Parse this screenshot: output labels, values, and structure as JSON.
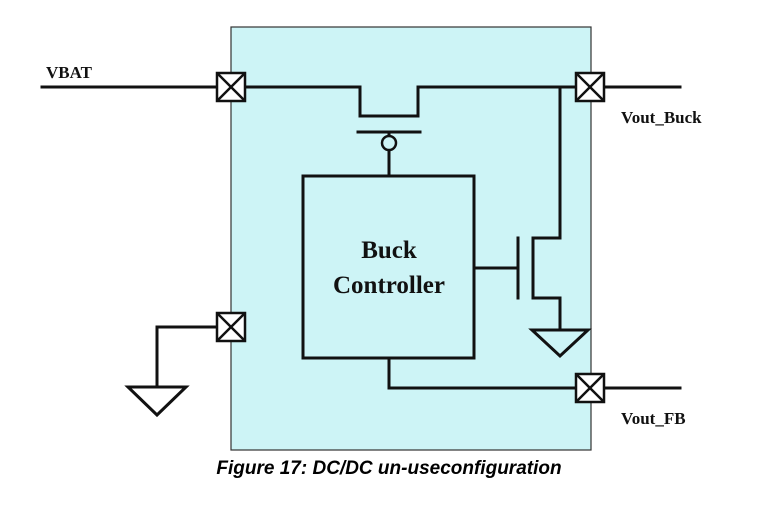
{
  "colors": {
    "package_fill": "#cdf4f6",
    "wire": "#111111",
    "background": "#ffffff"
  },
  "labels": {
    "vbat": "VBAT",
    "vout_buck": "Vout_Buck",
    "vout_fb": "Vout_FB",
    "controller_line1": "Buck",
    "controller_line2": "Controller"
  },
  "caption": "Figure 17: DC/DC un-useconfiguration"
}
